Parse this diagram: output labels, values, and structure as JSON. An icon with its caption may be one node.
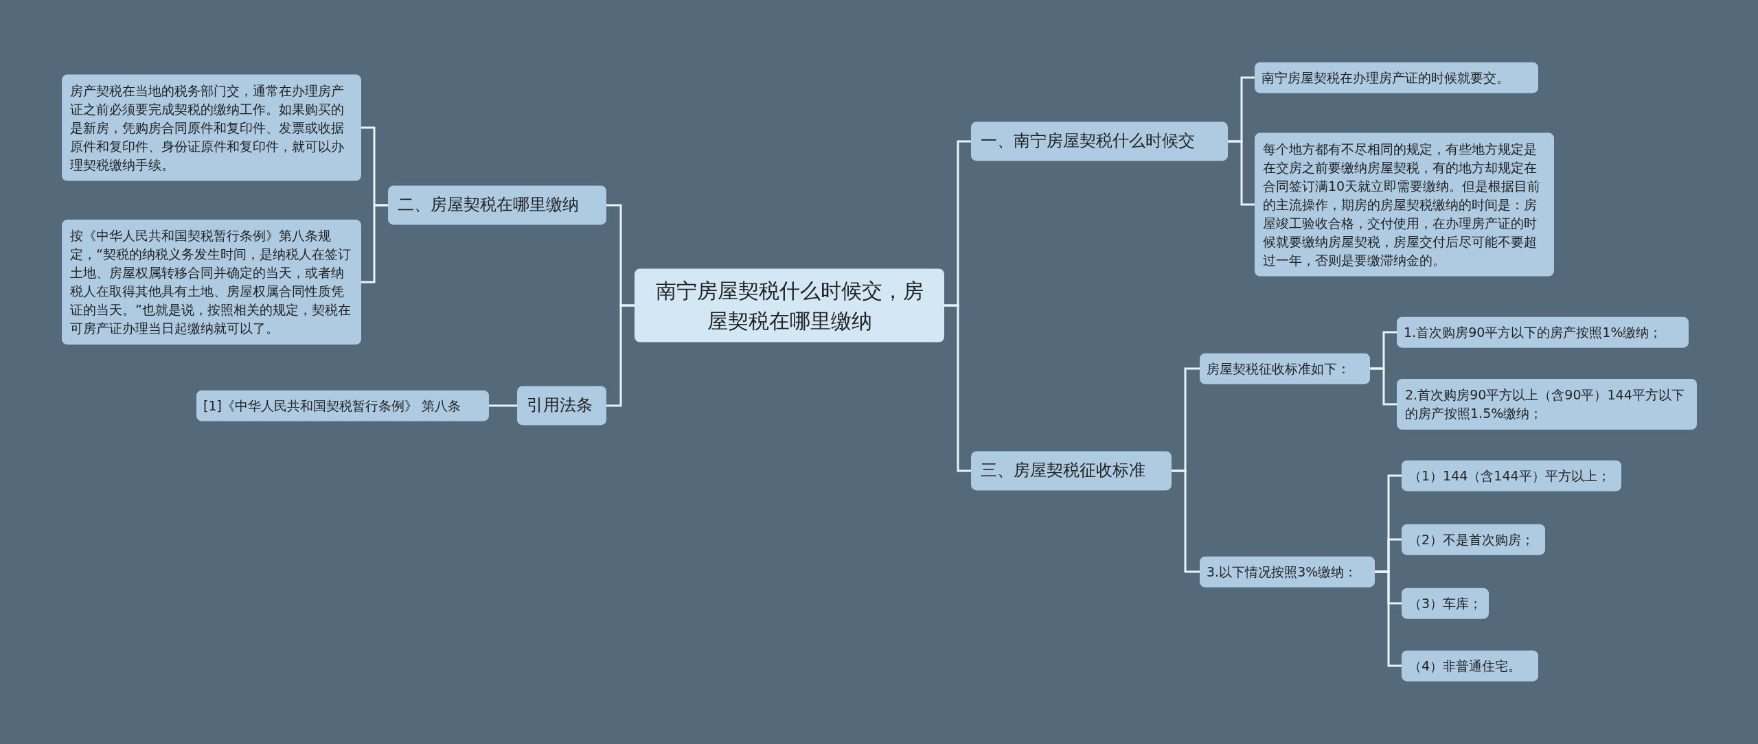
{
  "diagram": {
    "nodes": [
      {
        "text": [
          "南宁房屋契税什么时候交，房屋契税在哪里缴纳"
        ]
      },
      {
        "text": [
          "一、南宁房屋契税什么时候交"
        ]
      },
      {
        "text": [
          "南宁房屋契税在办理房产证的时候就要交。"
        ]
      },
      {
        "text": [
          "每个地方都有不尽相同的规定，有些地方规定是在交房之前要缴纳房屋契税，有的地方却规定在合同签订满10天就立即需要缴纳。但是根据目前的主流操作，期房的房屋契税缴纳的时间是：房屋竣工验收合格，交付使用，在办理房产证的时候就要缴纳房屋契税，房屋交付后尽可能不要超过一年，否则是要缴滞纳金的。"
        ]
      },
      {
        "text": [
          "三、房屋契税征收标准"
        ]
      },
      {
        "text": [
          "房屋契税征收标准如下："
        ]
      },
      {
        "text": [
          "1.首次购房90平方以下的房产按照1%缴纳；"
        ]
      },
      {
        "text": [
          "2.首次购房90平方以上（含90平）144平方以下的房产按照1.5%缴纳；"
        ]
      },
      {
        "text": [
          "3.以下情况按照3%缴纳："
        ]
      },
      {
        "text": [
          "（1）144（含144平）平方以上；"
        ]
      },
      {
        "text": [
          "（2）不是首次购房；"
        ]
      },
      {
        "text": [
          "（3）车库；"
        ]
      },
      {
        "text": [
          "（4）非普通住宅。"
        ]
      },
      {
        "text": [
          "二、房屋契税在哪里缴纳"
        ]
      },
      {
        "text": [
          "房产契税在当地的税务部门交，通常在办理房产证之前必须要完成契税的缴纳工作。如果购买的是新房，凭购房合同原件和复印件、发票或收据原件和复印件、身份证原件和复印件，就可以办理契税缴纳手续。"
        ]
      },
      {
        "text": [
          "按《中华人民共和国契税暂行条例》第八条规定，“契税的纳税义务发生时间，是纳税人在签订土地、房屋权属转移合同并确定的当天，或者纳税人在取得其他具有土地、房屋权属合同性质凭证的当天。”也就是说，按照相关的规定，契税在可房产证办理当日起缴纳就可以了。"
        ]
      },
      {
        "text": [
          "引用法条"
        ]
      },
      {
        "text": [
          "[1]《中华人民共和国契税暂行条例》 第八条"
        ]
      }
    ],
    "edges": [
      {
        "from": 0,
        "to": 1,
        "arrow": "none"
      },
      {
        "from": 1,
        "to": 2,
        "arrow": "none"
      },
      {
        "from": 1,
        "to": 3,
        "arrow": "none"
      },
      {
        "from": 0,
        "to": 4,
        "arrow": "none"
      },
      {
        "from": 4,
        "to": 5,
        "arrow": "none"
      },
      {
        "from": 5,
        "to": 6,
        "arrow": "none"
      },
      {
        "from": 5,
        "to": 7,
        "arrow": "none"
      },
      {
        "from": 4,
        "to": 8,
        "arrow": "none"
      },
      {
        "from": 8,
        "to": 9,
        "arrow": "none"
      },
      {
        "from": 8,
        "to": 10,
        "arrow": "none"
      },
      {
        "from": 8,
        "to": 11,
        "arrow": "none"
      },
      {
        "from": 8,
        "to": 12,
        "arrow": "none"
      },
      {
        "from": 0,
        "to": 13,
        "arrow": "none"
      },
      {
        "from": 13,
        "to": 14,
        "arrow": "none"
      },
      {
        "from": 13,
        "to": 15,
        "arrow": "none"
      },
      {
        "from": 0,
        "to": 16,
        "arrow": "none"
      },
      {
        "from": 16,
        "to": 17,
        "arrow": "none"
      }
    ]
  }
}
